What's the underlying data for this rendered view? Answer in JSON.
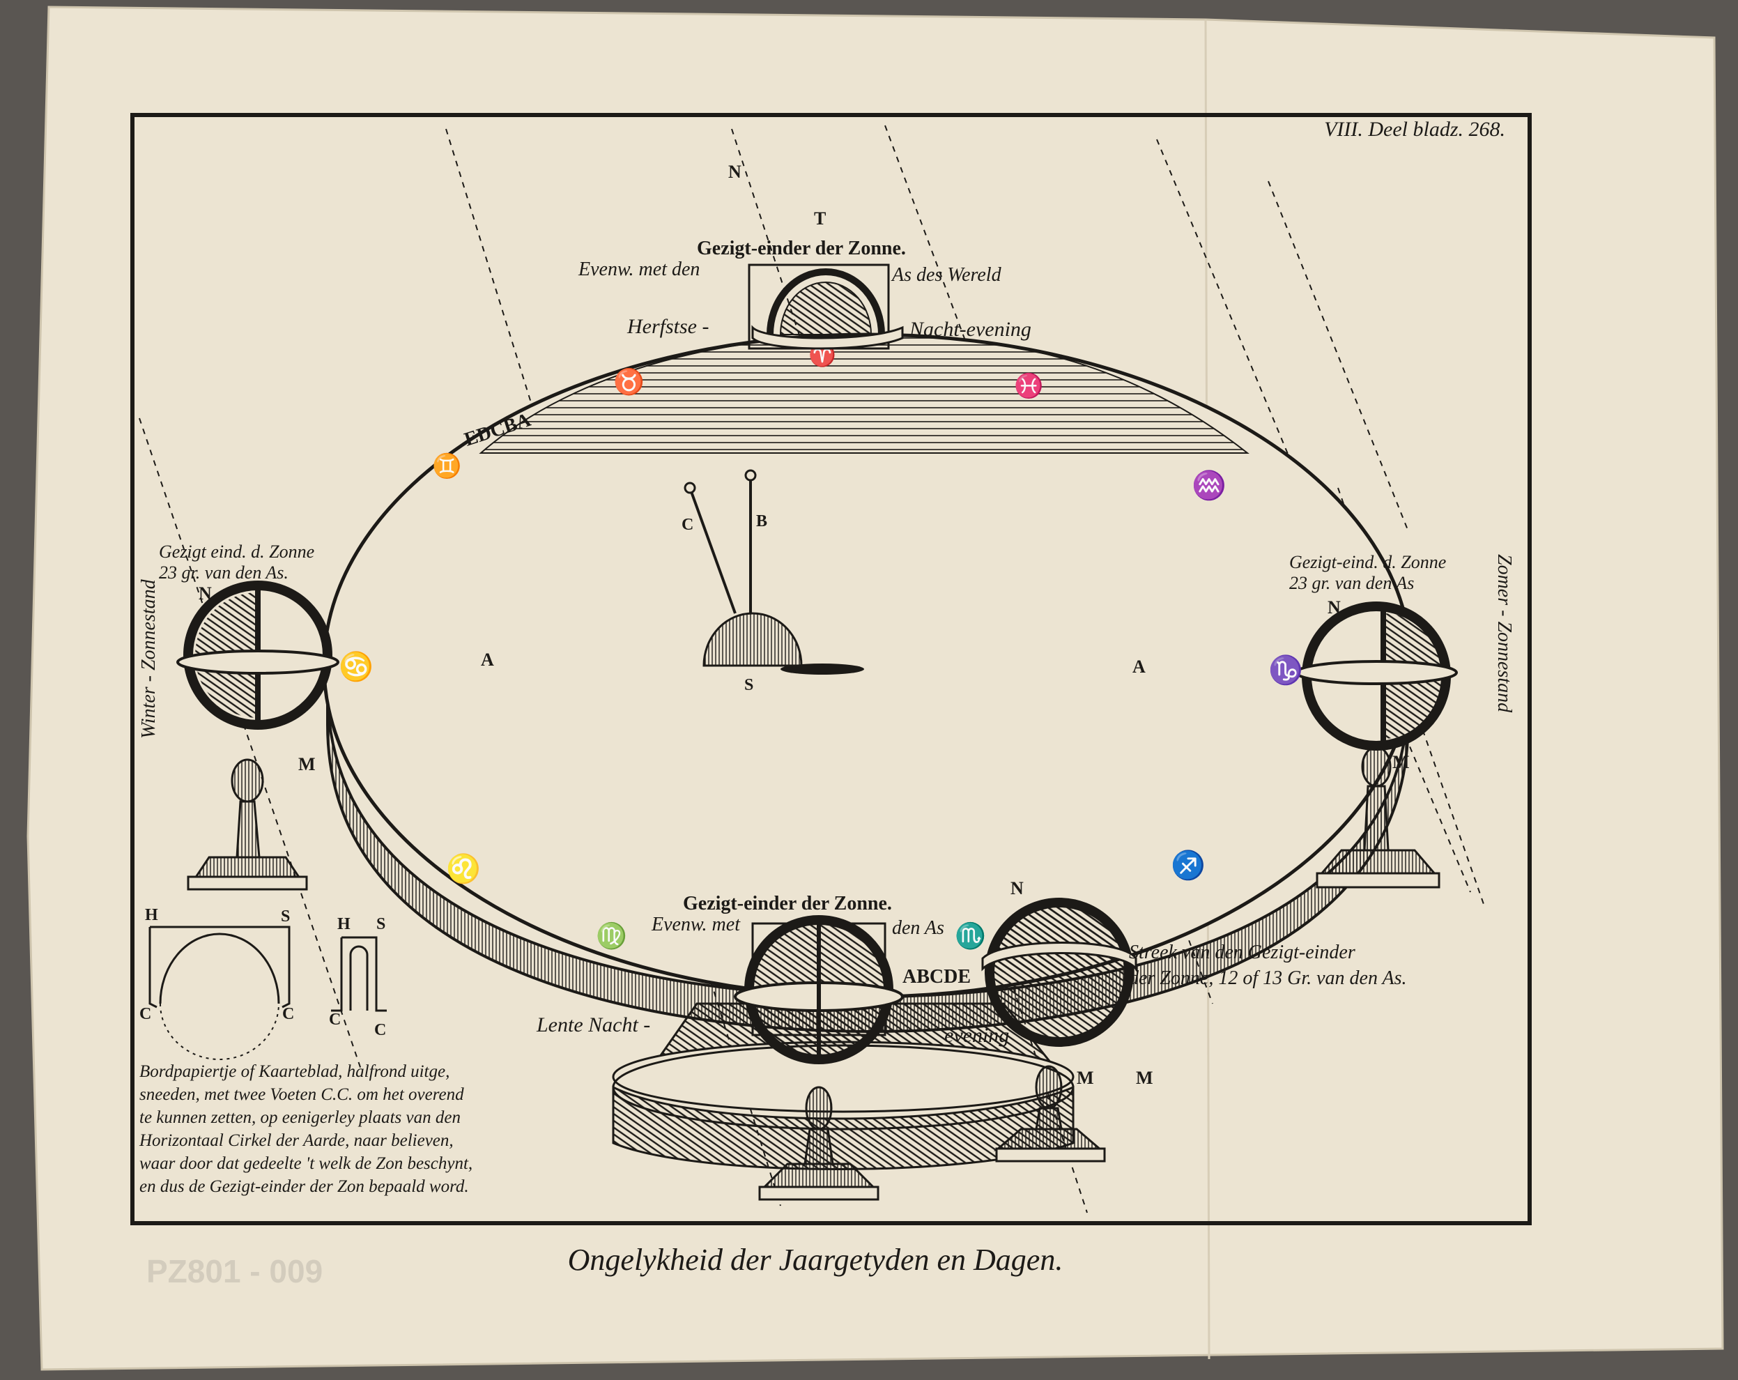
{
  "header": {
    "plate_ref": "VIII. Deel bladz. 268."
  },
  "caption": {
    "title": "Ongelykheid der Jaargetyden en Dagen."
  },
  "top_sphere": {
    "label_t": "T",
    "label_n": "N",
    "title": "Gezigt-einder der Zonne.",
    "line_left": "Evenw. met den",
    "line_right": "As des Wereld",
    "equinox_left": "Herfstse -",
    "equinox_right": "Nacht-evening"
  },
  "left_sphere": {
    "side_label": "Winter - Zonnestand",
    "line1": "Gezigt eind. d. Zonne",
    "line2": "23 gr. van den As.",
    "label_n": "N",
    "label_m": "M",
    "sign": "♋"
  },
  "right_sphere": {
    "side_label": "Zomer - Zonnestand",
    "line1": "Gezigt-eind. d. Zonne",
    "line2": "23 gr. van den As",
    "label_n": "N",
    "label_m": "M",
    "sign": "♑"
  },
  "bottom_sphere": {
    "title": "Gezigt-einder der Zonne.",
    "line_left": "Evenw. met",
    "line_right": "den As",
    "equinox_left": "Lente Nacht -",
    "equinox_right": "evening",
    "letters": "ABCDE"
  },
  "right_bottom_sphere": {
    "label_n": "N",
    "line1": "Streek van den Gezigt-einder",
    "line2": "der Zonne, 12 of 13 Gr. van den As.",
    "label_m1": "M",
    "label_m2": "M"
  },
  "ellipse": {
    "letters": "EDCBA",
    "label_a_left": "A",
    "label_a_right": "A",
    "label_c": "C",
    "label_b": "B",
    "label_s": "S",
    "zodiac": [
      "♈",
      "♉",
      "♊",
      "♓",
      "♒",
      "♌",
      "♍",
      "♏",
      "♐"
    ]
  },
  "paper_model": {
    "h1": "H",
    "s1": "S",
    "c1": "C",
    "c2": "C",
    "h2": "H",
    "s2": "S",
    "c3": "C",
    "c4": "C"
  },
  "note": {
    "lines": [
      "Bordpapiertje of Kaarteblad, halfrond uitge,",
      "sneeden, met twee Voeten C.C. om het overend",
      "te kunnen zetten, op eenigerley plaats van den",
      "Horizontaal Cirkel der Aarde, naar believen,",
      "waar door dat gedeelte 't welk de Zon beschynt,",
      "en dus de Gezigt-einder der Zon bepaald word."
    ]
  },
  "stamp": {
    "text": "PZ801 - 009"
  },
  "colors": {
    "paper": "#ece4d2",
    "ink": "#1c1a17",
    "backdrop": "#5a5652"
  }
}
